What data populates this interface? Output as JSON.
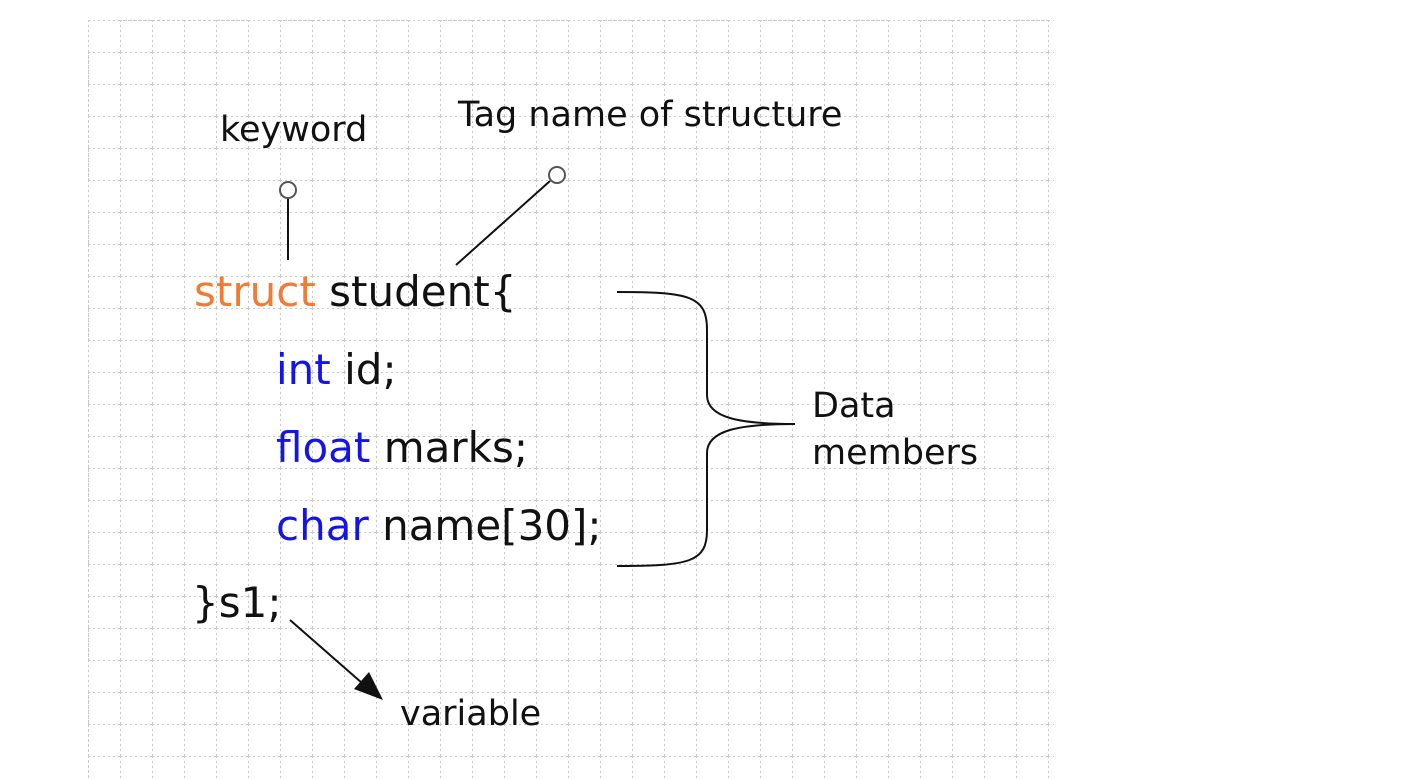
{
  "annotations": {
    "keyword": "keyword",
    "tag_name": "Tag name of structure",
    "data_line1": "Data",
    "data_line2": "members",
    "variable": "variable"
  },
  "code": {
    "line1": {
      "keyword": "struct",
      "rest": " student{"
    },
    "line2": {
      "type": "int",
      "rest": " id;"
    },
    "line3": {
      "type": "float",
      "rest": " marks;"
    },
    "line4": {
      "type": "char",
      "rest": " name[30];"
    },
    "line5": {
      "text": "}s1;"
    }
  },
  "colors": {
    "struct_keyword": "#f07b36",
    "type_keyword": "#1414e6",
    "text": "#111111",
    "grid": "#c8c8c8"
  }
}
